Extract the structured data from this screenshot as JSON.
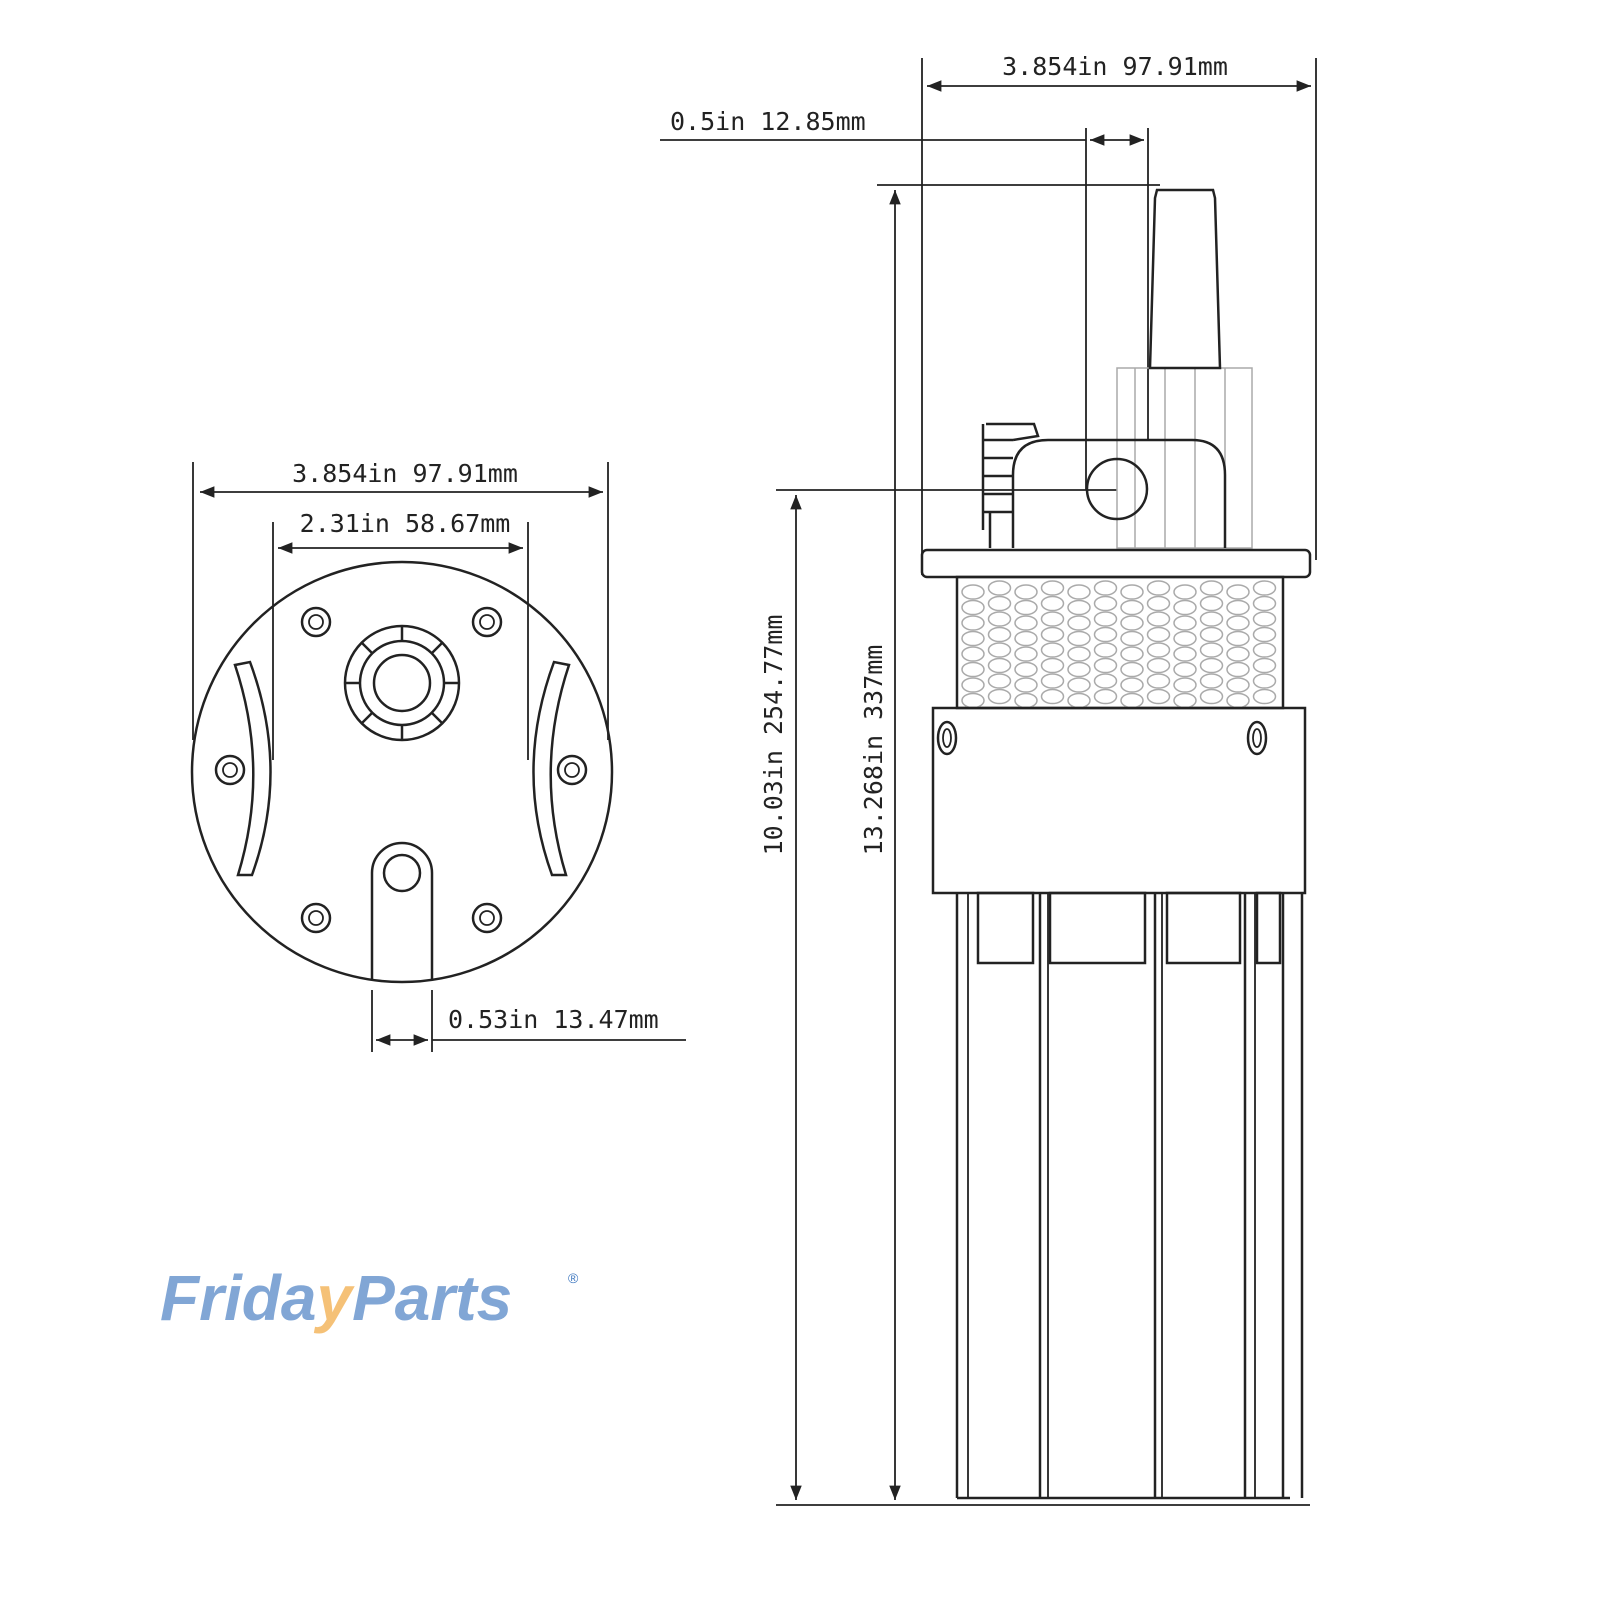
{
  "front_view": {
    "outer_width": "3.854in 97.91mm",
    "inner_width": "2.31in 58.67mm",
    "outlet_width": "0.53in 13.47mm"
  },
  "side_view": {
    "top_width": "3.854in 97.91mm",
    "nozzle_width": "0.5in 12.85mm",
    "body_height": "10.03in 254.77mm",
    "total_height": "13.268in 337mm"
  },
  "watermark": {
    "text": "FridayParts",
    "mark": "®",
    "color": "#3f78c0",
    "accent": "#f0a030"
  }
}
